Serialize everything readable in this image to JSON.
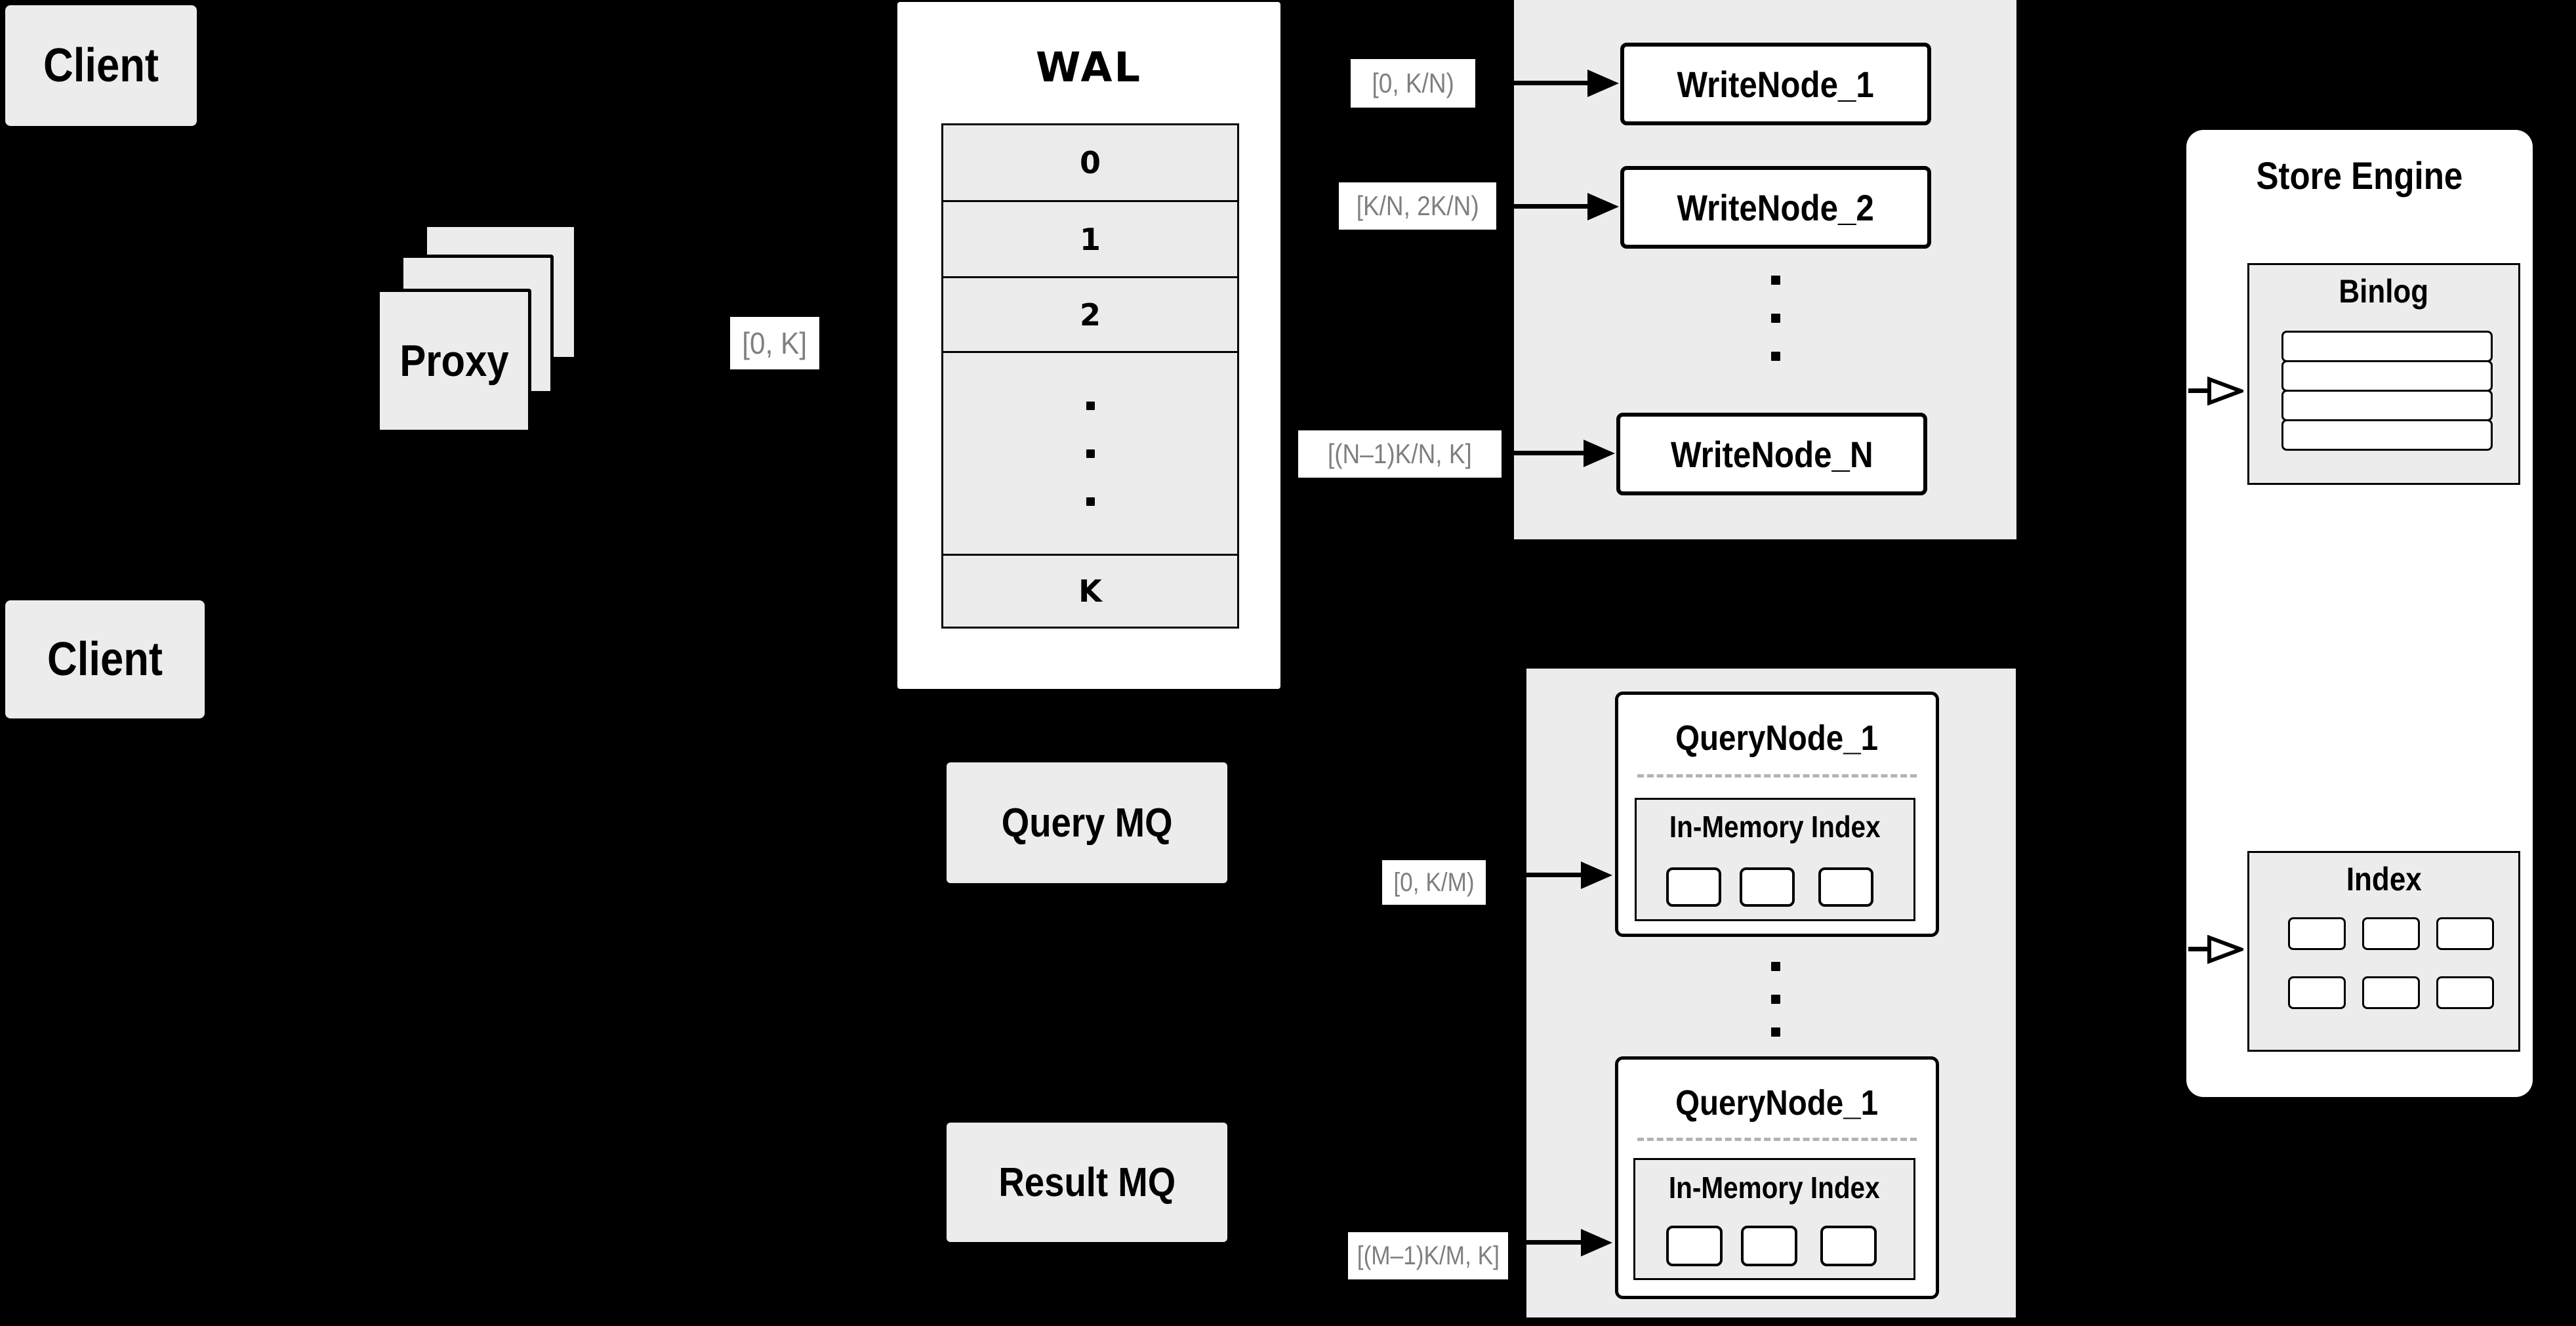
{
  "colors": {
    "background": "#000000",
    "container_gray": "#ececec",
    "row_gray": "#ebebeb",
    "box_white": "#ffffff",
    "border_black": "#000000",
    "range_label_text": "#7f7f7f",
    "dashed_divider": "#b3b3b3"
  },
  "clients": {
    "top_label": "Client",
    "bottom_label": "Client"
  },
  "proxy": {
    "label": "Proxy",
    "range_label": "[0, K]"
  },
  "wal": {
    "title": "WAL",
    "rows": [
      "0",
      "1",
      "2",
      "K"
    ]
  },
  "write_cluster": {
    "nodes": [
      {
        "range_label": "[0, K/N)",
        "name": "WriteNode_1"
      },
      {
        "range_label": "[K/N, 2K/N)",
        "name": "WriteNode_2"
      },
      {
        "range_label": "[(N–1)K/N, K]",
        "name": "WriteNode_N"
      }
    ]
  },
  "mq": {
    "query": "Query MQ",
    "result": "Result MQ"
  },
  "query_cluster": {
    "nodes": [
      {
        "range_label": "[0, K/M)",
        "name": "QueryNode_1",
        "inner_title": "In-Memory Index"
      },
      {
        "range_label": "[(M–1)K/M, K]",
        "name": "QueryNode_1",
        "inner_title": "In-Memory Index"
      }
    ]
  },
  "store_engine": {
    "title": "Store Engine",
    "binlog_title": "Binlog",
    "index_title": "Index"
  }
}
